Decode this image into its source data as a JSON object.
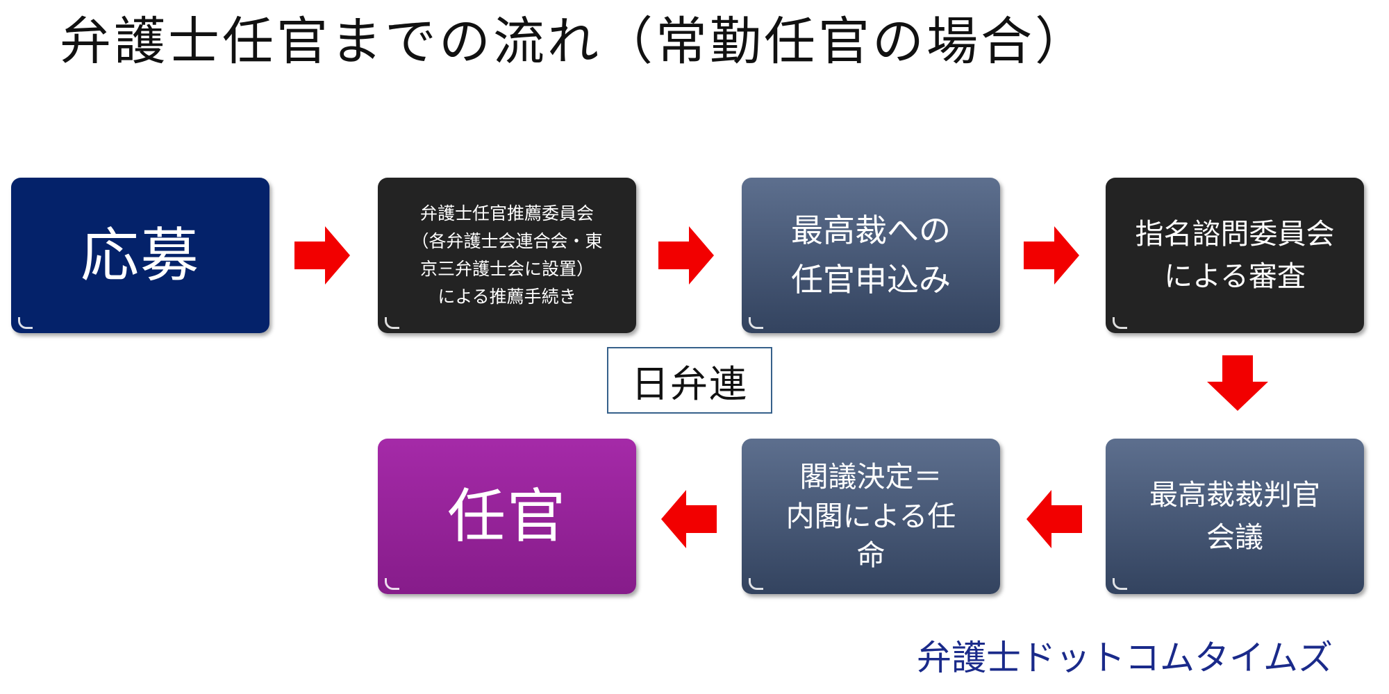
{
  "title": "弁護士任官までの流れ（常勤任官の場合）",
  "steps": {
    "apply": "応募",
    "recommend_line1": "弁護士任官推薦委員会",
    "recommend_line2": "（各弁護士会連合会・東",
    "recommend_line3": "京三弁護士会に設置）",
    "recommend_line4": "による推薦手続き",
    "supreme_apply_line1": "最高裁への",
    "supreme_apply_line2": "任官申込み",
    "advisory_line1": "指名諮問委員会",
    "advisory_line2": "による審査",
    "judges_conf_line1": "最高裁裁判官",
    "judges_conf_line2": "会議",
    "cabinet_line1": "閣議決定＝",
    "cabinet_line2": "内閣による任",
    "cabinet_line3": "命",
    "appoint": "任官"
  },
  "label_nichibenren": "日弁連",
  "credit": "弁護士ドットコムタイムズ",
  "colors": {
    "navy": "#04226a",
    "black": "#232323",
    "slate": "#46577a",
    "purple": "#962397",
    "arrow": "#f20000"
  },
  "icons": {
    "arrow_right": "arrow-right-icon",
    "arrow_down": "arrow-down-icon",
    "arrow_left": "arrow-left-icon"
  }
}
